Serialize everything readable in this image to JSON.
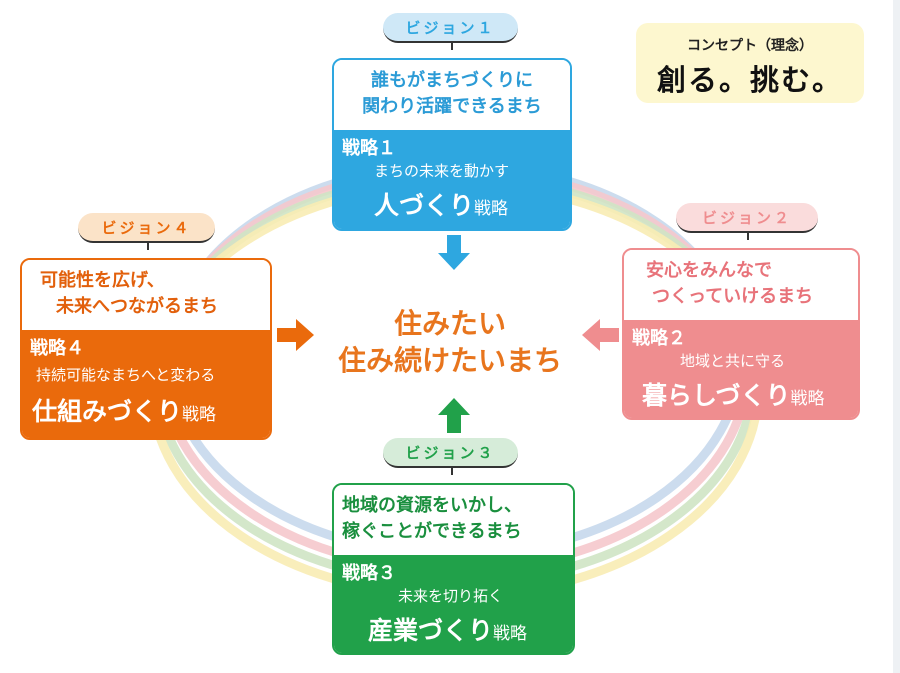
{
  "concept": {
    "label": "コンセプト（理念）",
    "main": "創る。挑む。"
  },
  "center": {
    "line1": "住みたい",
    "line2": "住み続けたいまち"
  },
  "visions": [
    {
      "tag": "ビジョン１",
      "vision_line1": "誰もがまちづくりに",
      "vision_line2": "関わり活躍できるまち",
      "strategy_label": "戦略１",
      "strategy_sub": "まちの未来を動かす",
      "strategy_name": "人づくり",
      "strategy_suffix": "戦略",
      "color": "#2ea7e0",
      "tag_color": "#cfe8f7"
    },
    {
      "tag": "ビジョン２",
      "vision_line1": "安心をみんなで",
      "vision_line2": "つくっていけるまち",
      "strategy_label": "戦略２",
      "strategy_sub": "地域と共に守る",
      "strategy_name": "暮らしづくり",
      "strategy_suffix": "戦略",
      "color": "#ef8d8f",
      "tag_color": "#fadcdc"
    },
    {
      "tag": "ビジョン３",
      "vision_line1": "地域の資源をいかし、",
      "vision_line2": "稼ぐことができるまち",
      "strategy_label": "戦略３",
      "strategy_sub": "未来を切り拓く",
      "strategy_name": "産業づくり",
      "strategy_suffix": "戦略",
      "color": "#21a14a",
      "tag_color": "#d6ecd9"
    },
    {
      "tag": "ビジョン４",
      "vision_line1": "可能性を広げ、",
      "vision_line2": "未来へつながるまち",
      "strategy_label": "戦略４",
      "strategy_sub": "持続可能なまちへと変わる",
      "strategy_name": "仕組みづくり",
      "strategy_suffix": "戦略",
      "color": "#ea6a0c",
      "tag_color": "#fbe3c8"
    }
  ],
  "ring_colors": [
    "#c6d8ec",
    "#f5c8cc",
    "#cfe4c4",
    "#f8ecb4"
  ]
}
